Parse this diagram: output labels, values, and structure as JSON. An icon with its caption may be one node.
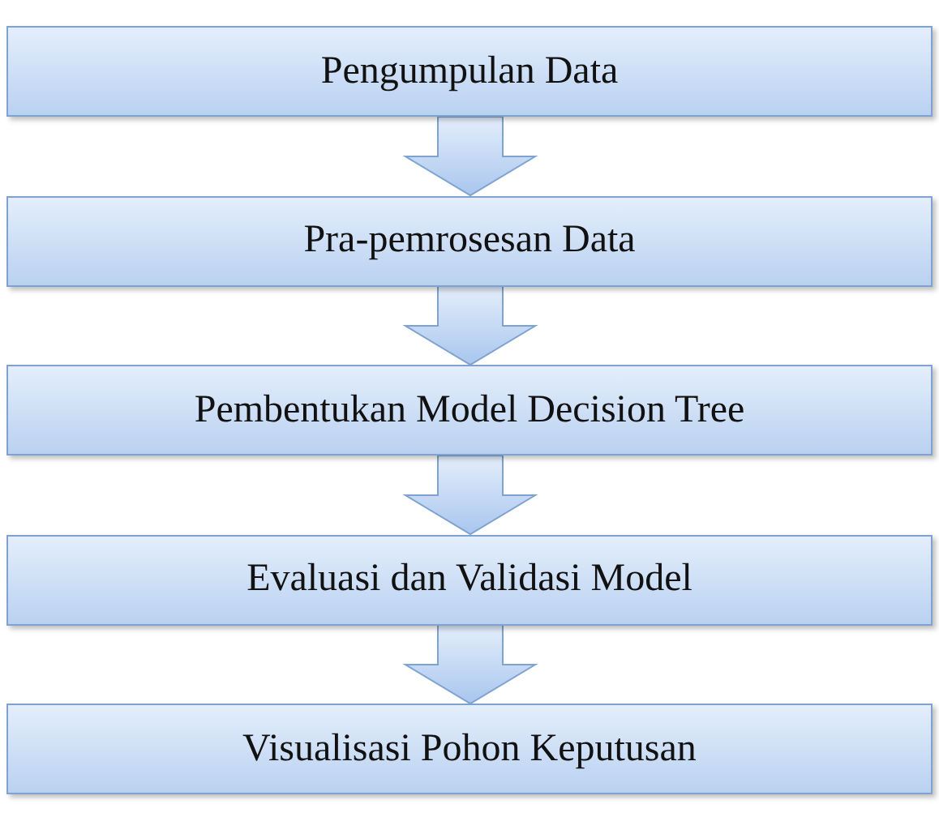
{
  "diagram": {
    "nodes": [
      {
        "text": [
          "Pengumpulan Data"
        ]
      },
      {
        "text": [
          "Pra-pemrosesan Data"
        ]
      },
      {
        "text": [
          "Pembentukan Model Decision Tree"
        ]
      },
      {
        "text": [
          "Evaluasi dan Validasi Model"
        ]
      },
      {
        "text": [
          "Visualisasi Pohon Keputusan"
        ]
      }
    ],
    "edges": [
      {
        "from": 0,
        "to": 1,
        "arrow": "to"
      },
      {
        "from": 1,
        "to": 2,
        "arrow": "to"
      },
      {
        "from": 2,
        "to": 3,
        "arrow": "to"
      },
      {
        "from": 3,
        "to": 4,
        "arrow": "to"
      }
    ]
  }
}
